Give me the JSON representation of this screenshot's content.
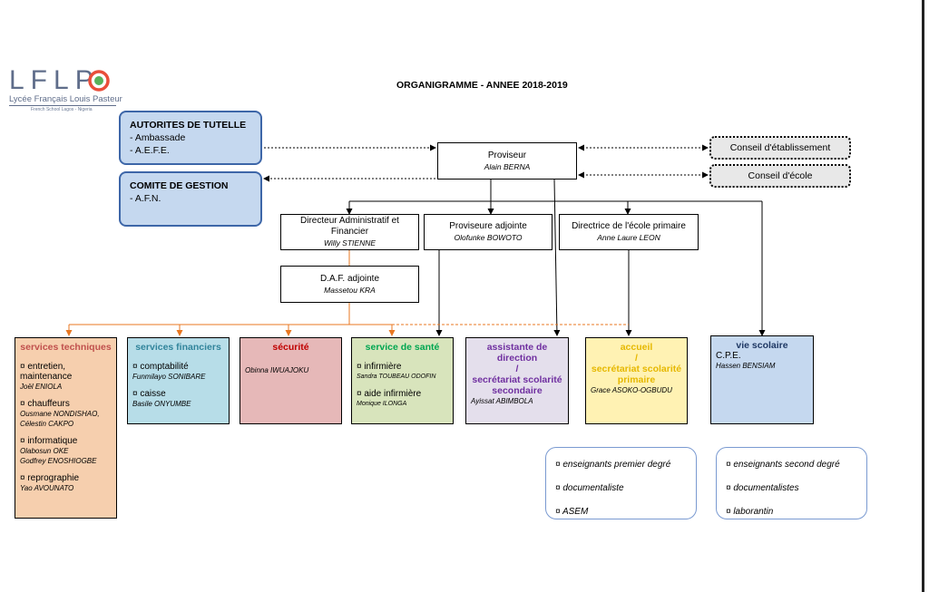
{
  "logo": {
    "letters": "LFLP",
    "name": "Lycée Français Louis Pasteur",
    "subtitle": "French School Lagos - Nigeria"
  },
  "title": "ORGANIGRAMME  - ANNEE 2018-2019",
  "tutelle": {
    "heading": "AUTORITES DE TUTELLE",
    "items": [
      "- Ambassade",
      "- A.E.F.E."
    ]
  },
  "gestion": {
    "heading": "COMITE DE GESTION",
    "items": [
      "- A.F.N."
    ]
  },
  "proviseur": {
    "title": "Proviseur",
    "name": "Alain BERNA"
  },
  "conseil_etab": "Conseil d'établissement",
  "conseil_ecole": "Conseil d'école",
  "daf": {
    "title": "Directeur Administratif et Financier",
    "name": "Willy STIENNE"
  },
  "adjointe": {
    "title": "Proviseure adjointe",
    "name": "Olofunke BOWOTO"
  },
  "directrice": {
    "title": "Directrice de l'école primaire",
    "name": "Anne Laure LEON"
  },
  "daf_adj": {
    "title": "D.A.F. adjointe",
    "name": "Massetou KRA"
  },
  "techniques": {
    "heading": "services techniques",
    "g1": "¤ entretien, maintenance",
    "g1n": "Joël ENIOLA",
    "g2": "¤ chauffeurs",
    "g2n": "Ousmane NONDISHAO,",
    "g2n2": "Célestin CAKPO",
    "g3": "¤ informatique",
    "g3n": "Olabosun OKE",
    "g3n2": "Godfrey ENOSHIOGBE",
    "g4": "¤ reprographie",
    "g4n": "Yao AVOUNATO"
  },
  "financiers": {
    "heading": "services financiers",
    "g1": "¤ comptabilité",
    "g1n": "Funmilayo SONIBARE",
    "g2": "¤ caisse",
    "g2n": "Basile ONYUMBE"
  },
  "securite": {
    "heading": "sécurité",
    "name": "Obinna IWUAJOKU"
  },
  "sante": {
    "heading": "service de santé",
    "g1": "¤ infirmière",
    "g1n": "Sandra TOUBEAU ODOFIN",
    "g2": "¤ aide infirmière",
    "g2n": "Monique ILONGA"
  },
  "assistante": {
    "heading": "assistante de direction",
    "slash": "/",
    "heading2": "secrétariat scolarité secondaire",
    "name": "Ayissat ABIMBOLA"
  },
  "accueil": {
    "heading": "accueil",
    "slash": "/",
    "heading2": "secrétariat scolarité primaire",
    "name": "Grace ASOKO-OGBUDU"
  },
  "vie": {
    "heading": "vie scolaire",
    "role": "C.P.E.",
    "name": "Hassen BENSIAM"
  },
  "pill1": [
    "¤ enseignants premier degré",
    "¤ documentaliste",
    "¤ ASEM"
  ],
  "pill2": [
    "¤ enseignants second degré",
    "¤ documentalistes",
    "¤ laborantin"
  ],
  "colors": {
    "blue_fill": "#c5d8ef",
    "blue_border": "#3d66a8",
    "orange": "#f6cfae",
    "lightblue": "#b7dde8",
    "red": "#e6b8b8",
    "green": "#d8e4bc",
    "purple": "#e4dfec",
    "yellow": "#fff2b3",
    "steel": "#c5d8ef",
    "connector_orange": "#e87722"
  }
}
